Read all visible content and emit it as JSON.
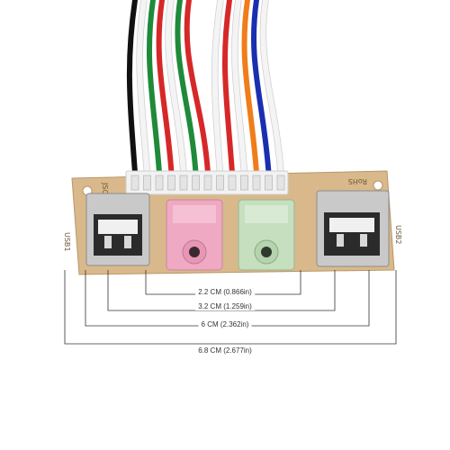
{
  "board": {
    "label_usb1": "USB1",
    "label_usb2": "USB2",
    "label_rohs": "RoHS",
    "label_conn": "JSCN"
  },
  "colors": {
    "pcb": "#d9b98b",
    "audio_pink": "#f0a9c3",
    "audio_green": "#c5dfbf",
    "usb_metal": "#c9c9c9",
    "connector": "#f2f2f2",
    "wires": [
      "#111111",
      "#f4f4f4",
      "#1f8a3a",
      "#d62828",
      "#f4f4f4",
      "#1f8a3a",
      "#d62828",
      "#f4f4f4",
      "#d62828",
      "#f4f4f4",
      "#f07d1a",
      "#1a2fb0",
      "#f4f4f4"
    ]
  },
  "dimensions": [
    {
      "label": "2.2 CM (0.866in)"
    },
    {
      "label": "3.2 CM (1.259in)"
    },
    {
      "label": "6 CM (2.362in)"
    },
    {
      "label": "6.8 CM (2.677in)"
    }
  ]
}
